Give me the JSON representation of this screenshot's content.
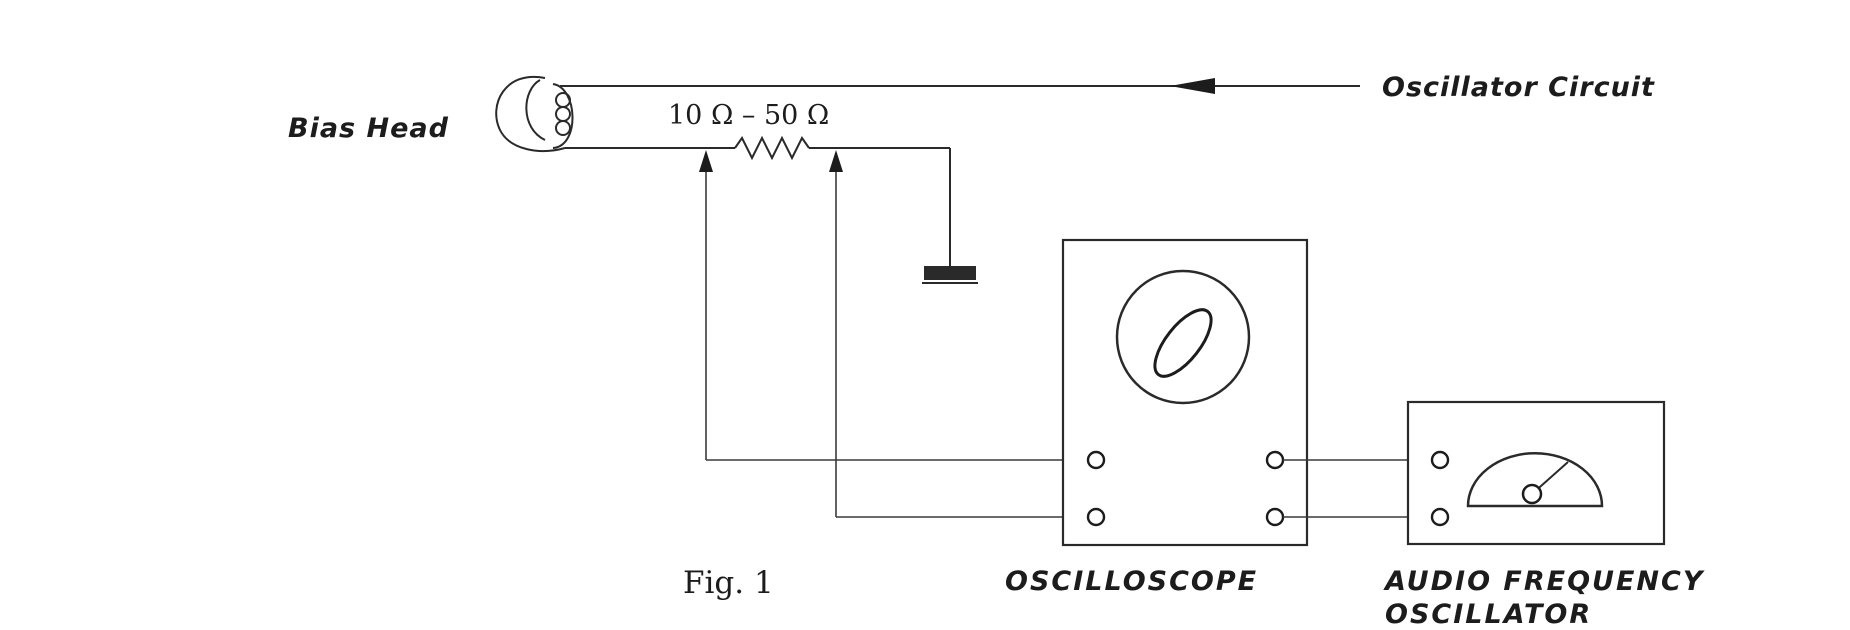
{
  "labels": {
    "bias_head": "Bias Head",
    "oscillator_circuit": "Oscillator Circuit",
    "resistor_value": "10 Ω – 50 Ω",
    "figure_caption": "Fig. 1",
    "oscilloscope": "OSCILLOSCOPE",
    "audio_oscillator_line1": "AUDIO FREQUENCY",
    "audio_oscillator_line2": "OSCILLATOR"
  },
  "colors": {
    "ink": "#1c1c1c",
    "background": "#ffffff"
  }
}
